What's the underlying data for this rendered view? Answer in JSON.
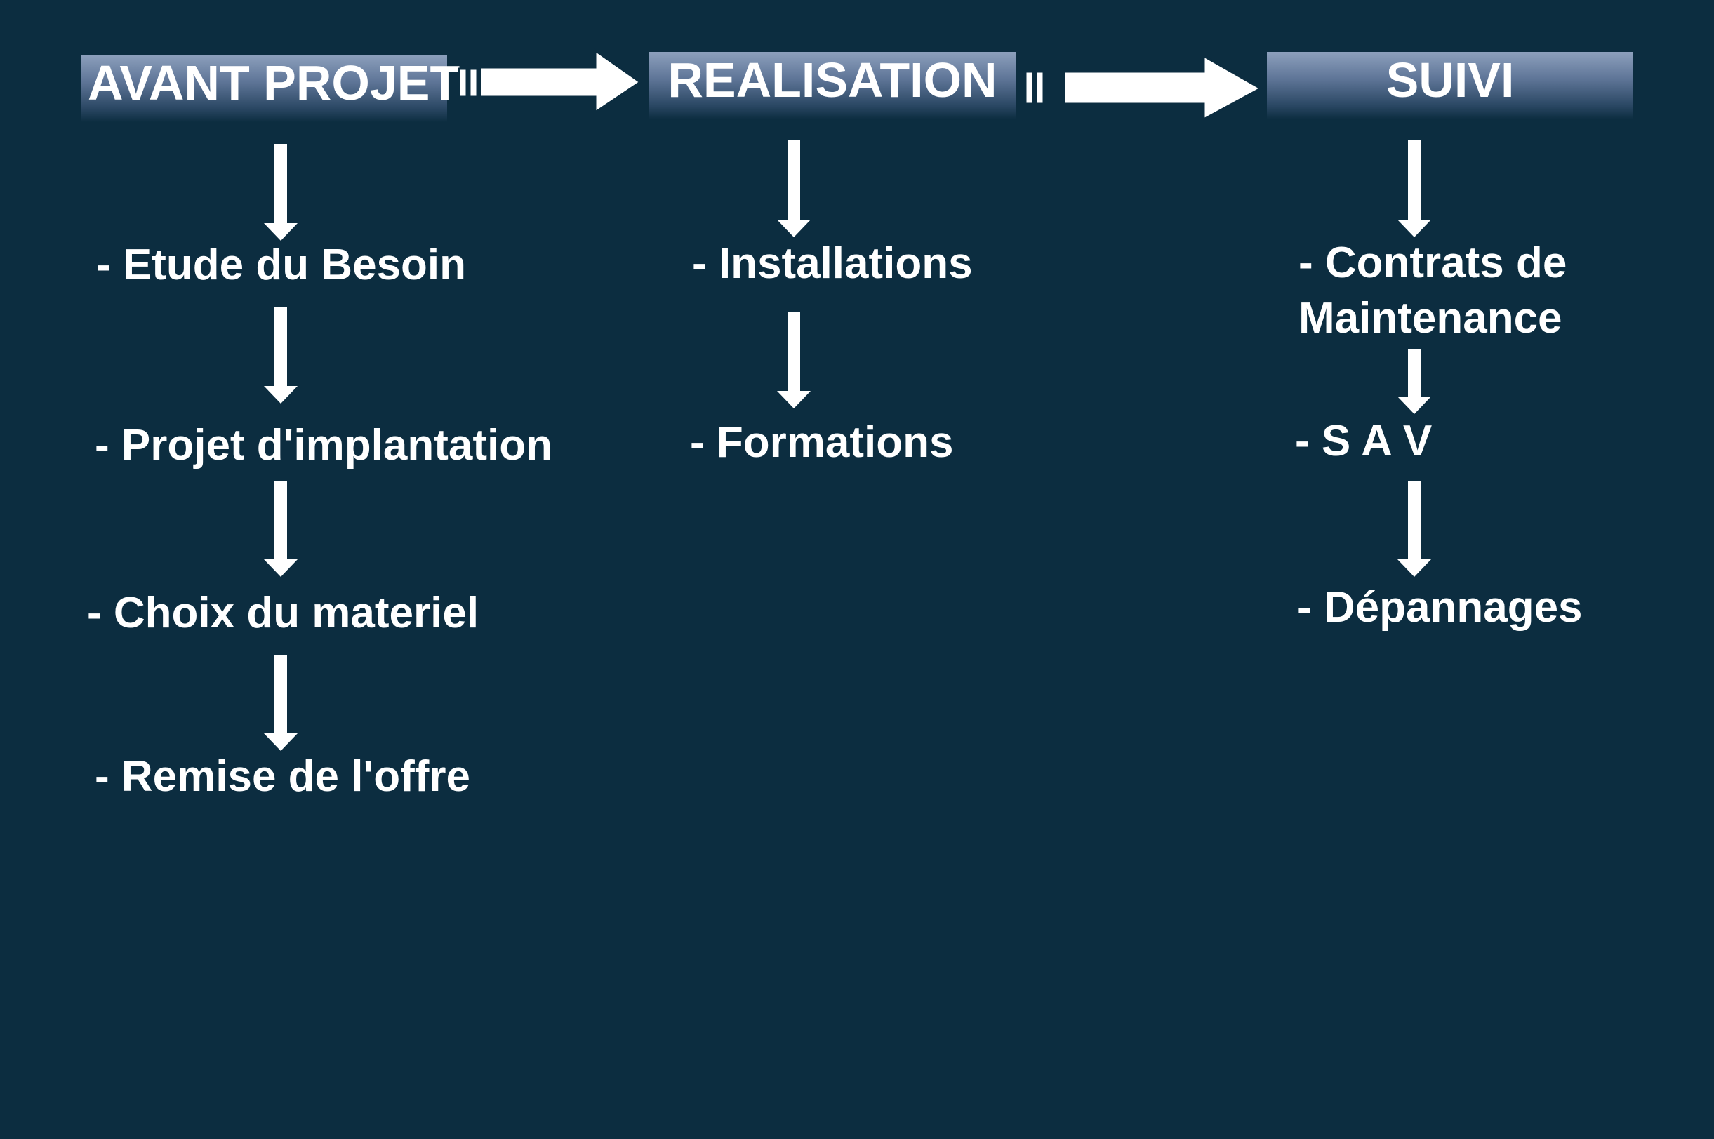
{
  "phases": [
    {
      "title": "AVANT PROJET",
      "items": [
        "- Etude du Besoin",
        "- Projet d'implantation",
        "- Choix du materiel",
        "- Remise de l'offre"
      ]
    },
    {
      "title": "REALISATION",
      "items": [
        "- Installations",
        "- Formations"
      ]
    },
    {
      "title": "SUIVI",
      "items": [
        "- Contrats de",
        "Maintenance",
        "- S A V",
        "- Dépannages"
      ]
    }
  ],
  "colors": {
    "background": "#0c2d40",
    "header_top": "#8da0bd",
    "header_bottom": "#2a4763",
    "text": "#ffffff",
    "arrow": "#ffffff"
  }
}
